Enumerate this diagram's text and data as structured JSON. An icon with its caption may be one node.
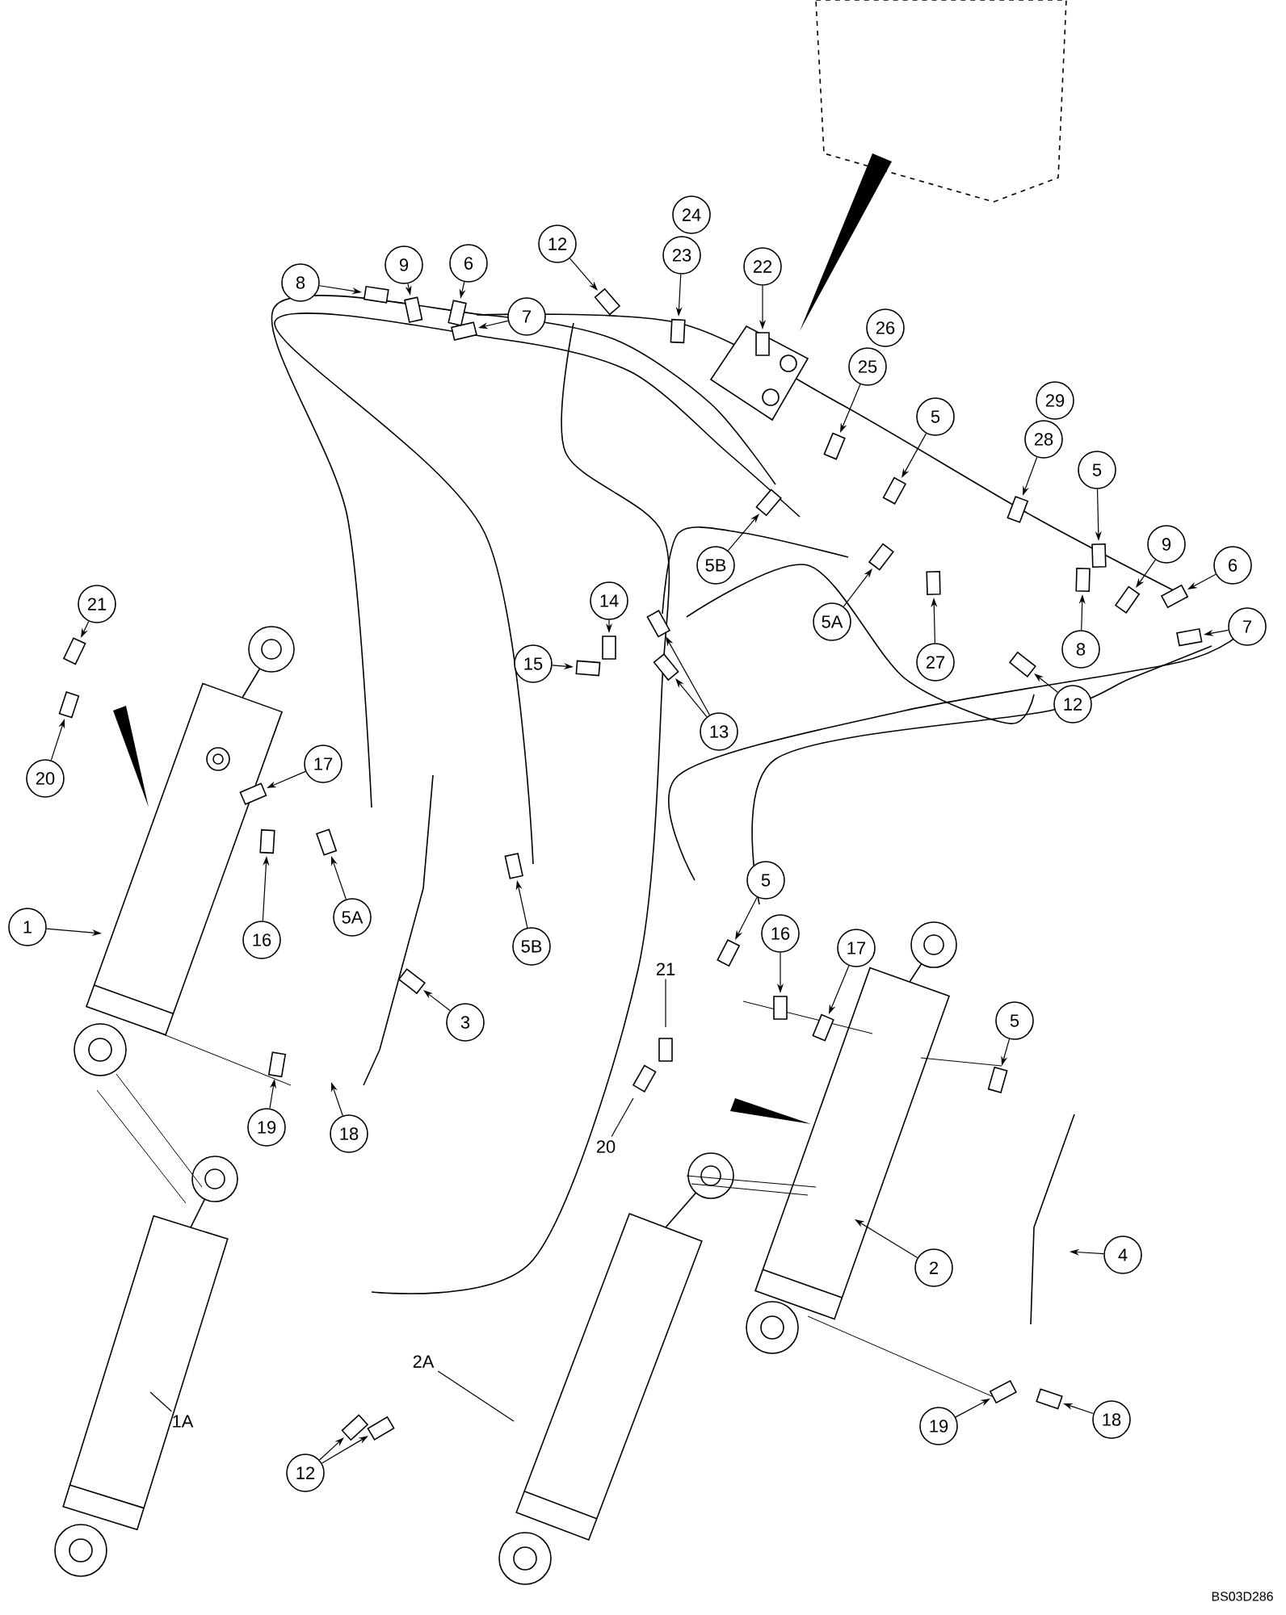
{
  "diagram": {
    "nodes": [
      {
        "text": [
          "8"
        ]
      },
      {
        "text": [
          "9"
        ]
      },
      {
        "text": [
          "6"
        ]
      },
      {
        "text": [
          "7"
        ]
      },
      {
        "text": [
          "12"
        ]
      },
      {
        "text": [
          "24"
        ]
      },
      {
        "text": [
          "23"
        ]
      },
      {
        "text": [
          "22"
        ]
      },
      {
        "text": [
          "26"
        ]
      },
      {
        "text": [
          "25"
        ]
      },
      {
        "text": [
          "5"
        ]
      },
      {
        "text": [
          "29"
        ]
      },
      {
        "text": [
          "28"
        ]
      },
      {
        "text": [
          "5"
        ]
      },
      {
        "text": [
          "9"
        ]
      },
      {
        "text": [
          "6"
        ]
      },
      {
        "text": [
          "7"
        ]
      },
      {
        "text": [
          "8"
        ]
      },
      {
        "text": [
          "12"
        ]
      },
      {
        "text": [
          "27"
        ]
      },
      {
        "text": [
          "5A"
        ]
      },
      {
        "text": [
          "5B"
        ]
      },
      {
        "text": [
          "14"
        ]
      },
      {
        "text": [
          "15"
        ]
      },
      {
        "text": [
          "13"
        ]
      },
      {
        "text": [
          "21"
        ]
      },
      {
        "text": [
          "20"
        ]
      },
      {
        "text": [
          "17"
        ]
      },
      {
        "text": [
          "16"
        ]
      },
      {
        "text": [
          "5A"
        ]
      },
      {
        "text": [
          "5B"
        ]
      },
      {
        "text": [
          "1"
        ]
      },
      {
        "text": [
          "3"
        ]
      },
      {
        "text": [
          "19"
        ]
      },
      {
        "text": [
          "18"
        ]
      },
      {
        "text": [
          "12"
        ]
      },
      {
        "text": [
          "5"
        ]
      },
      {
        "text": [
          "16"
        ]
      },
      {
        "text": [
          "17"
        ]
      },
      {
        "text": [
          "21"
        ]
      },
      {
        "text": [
          "20"
        ]
      },
      {
        "text": [
          "5"
        ]
      },
      {
        "text": [
          "2"
        ]
      },
      {
        "text": [
          "4"
        ]
      },
      {
        "text": [
          "19"
        ]
      },
      {
        "text": [
          "18"
        ]
      },
      {
        "text": [
          "2A"
        ]
      },
      {
        "text": [
          "1A"
        ]
      }
    ],
    "edges": [
      {
        "from": 0,
        "to": null,
        "arrow": "to"
      },
      {
        "from": 1,
        "to": null,
        "arrow": "to"
      },
      {
        "from": 2,
        "to": null,
        "arrow": "to"
      },
      {
        "from": 3,
        "to": null,
        "arrow": "to"
      },
      {
        "from": 4,
        "to": null,
        "arrow": "to"
      },
      {
        "from": 6,
        "to": null,
        "arrow": "to"
      },
      {
        "from": 7,
        "to": null,
        "arrow": "to"
      },
      {
        "from": 9,
        "to": null,
        "arrow": "to"
      },
      {
        "from": 10,
        "to": null,
        "arrow": "to"
      },
      {
        "from": 12,
        "to": null,
        "arrow": "to"
      },
      {
        "from": 13,
        "to": null,
        "arrow": "to"
      },
      {
        "from": 14,
        "to": null,
        "arrow": "to"
      },
      {
        "from": 15,
        "to": null,
        "arrow": "to"
      },
      {
        "from": 16,
        "to": null,
        "arrow": "to"
      },
      {
        "from": 17,
        "to": null,
        "arrow": "to"
      },
      {
        "from": 18,
        "to": null,
        "arrow": "to"
      },
      {
        "from": 19,
        "to": null,
        "arrow": "to"
      },
      {
        "from": 20,
        "to": null,
        "arrow": "to"
      },
      {
        "from": 21,
        "to": null,
        "arrow": "to"
      },
      {
        "from": 22,
        "to": null,
        "arrow": "to"
      },
      {
        "from": 23,
        "to": null,
        "arrow": "to"
      },
      {
        "from": 24,
        "to": null,
        "arrow": "to"
      },
      {
        "from": 24,
        "to": null,
        "arrow": "to"
      },
      {
        "from": 25,
        "to": null,
        "arrow": "to"
      },
      {
        "from": 26,
        "to": null,
        "arrow": "to"
      },
      {
        "from": 27,
        "to": null,
        "arrow": "to"
      },
      {
        "from": 28,
        "to": null,
        "arrow": "to"
      },
      {
        "from": 29,
        "to": null,
        "arrow": "to"
      },
      {
        "from": 30,
        "to": null,
        "arrow": "to"
      },
      {
        "from": 31,
        "to": null,
        "arrow": "to"
      },
      {
        "from": 32,
        "to": null,
        "arrow": "to"
      },
      {
        "from": 33,
        "to": null,
        "arrow": "to"
      },
      {
        "from": 34,
        "to": null,
        "arrow": "to"
      },
      {
        "from": 35,
        "to": null,
        "arrow": "to"
      },
      {
        "from": 35,
        "to": null,
        "arrow": "to"
      },
      {
        "from": 36,
        "to": null,
        "arrow": "to"
      },
      {
        "from": 37,
        "to": null,
        "arrow": "to"
      },
      {
        "from": 38,
        "to": null,
        "arrow": "to"
      },
      {
        "from": 39,
        "to": null,
        "arrow": "none"
      },
      {
        "from": 40,
        "to": null,
        "arrow": "none"
      },
      {
        "from": 41,
        "to": null,
        "arrow": "to"
      },
      {
        "from": 42,
        "to": null,
        "arrow": "to"
      },
      {
        "from": 43,
        "to": null,
        "arrow": "to"
      },
      {
        "from": 44,
        "to": null,
        "arrow": "to"
      },
      {
        "from": 45,
        "to": null,
        "arrow": "to"
      },
      {
        "from": 46,
        "to": null,
        "arrow": "none"
      },
      {
        "from": 47,
        "to": null,
        "arrow": "none"
      }
    ],
    "labels": [
      "BS03D286"
    ]
  }
}
